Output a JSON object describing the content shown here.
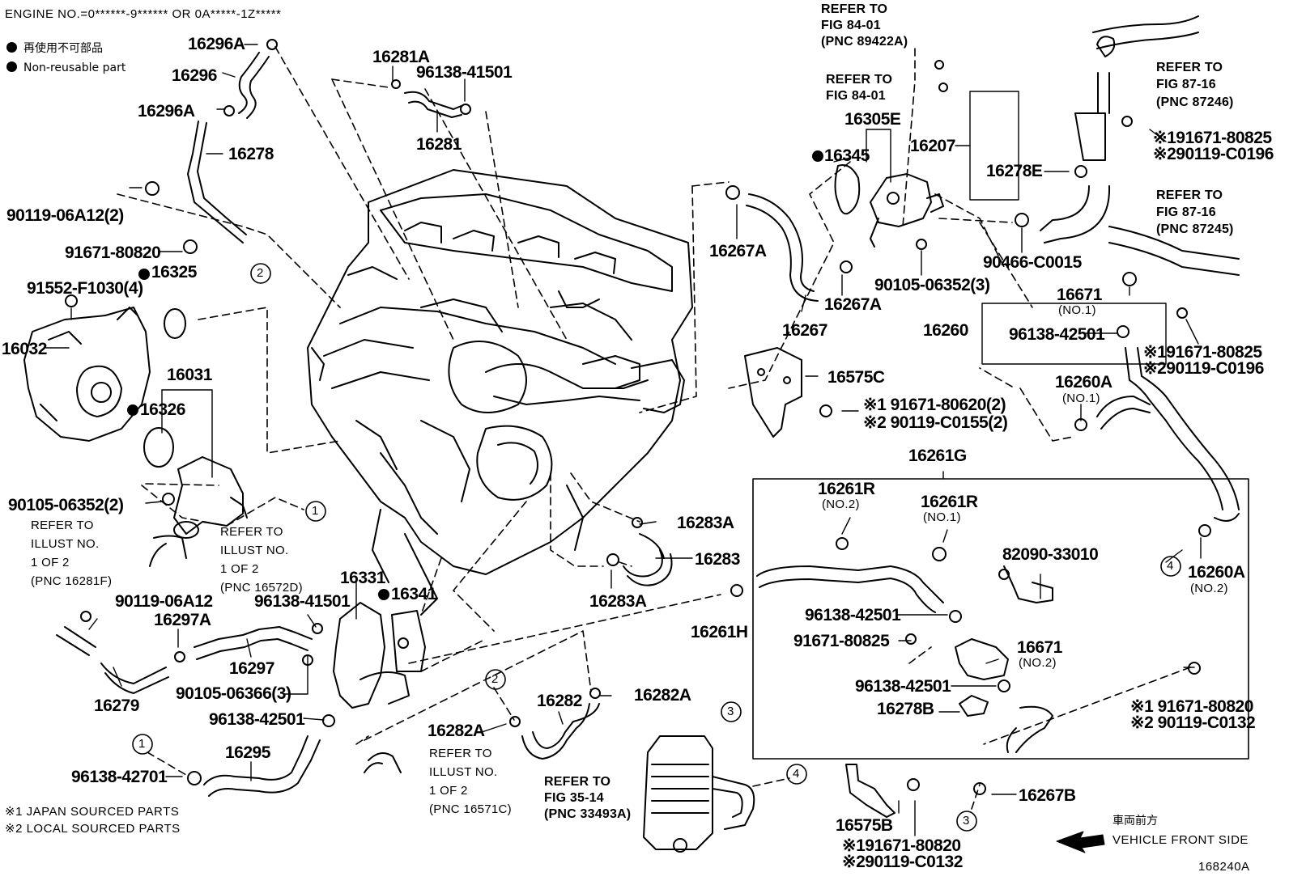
{
  "header": {
    "engine_no": "ENGINE NO.=0******-9****** OR 0A*****-1Z*****",
    "legend_jp": "再使用不可部品",
    "legend_en": "Non-reusable part"
  },
  "footer": {
    "note1": "※1 JAPAN SOURCED PARTS",
    "note2": "※2 LOCAL SOURCED PARTS",
    "direction_jp": "車両前方",
    "direction_en": "VEHICLE FRONT SIDE",
    "figure_id": "168240A"
  },
  "references": {
    "fig8401_a_1": "REFER TO",
    "fig8401_a_2": "FIG 84-01",
    "fig8401_a_3": "(PNC 89422A)",
    "fig8401_b_1": "REFER TO",
    "fig8401_b_2": "FIG 84-01",
    "fig8716_a_1": "REFER TO",
    "fig8716_a_2": "FIG 87-16",
    "fig8716_a_3": "(PNC 87246)",
    "fig8716_b_1": "REFER TO",
    "fig8716_b_2": "FIG 87-16",
    "fig8716_b_3": "(PNC 87245)",
    "illust_a_1": "REFER TO",
    "illust_a_2": "ILLUST NO.",
    "illust_a_3": "1 OF 2",
    "illust_a_4": "(PNC 16281F)",
    "illust_b_1": "REFER TO",
    "illust_b_2": "ILLUST NO.",
    "illust_b_3": "1 OF 2",
    "illust_b_4": "(PNC 16572D)",
    "illust_c_1": "REFER TO",
    "illust_c_2": "ILLUST NO.",
    "illust_c_3": "1 OF 2",
    "illust_c_4": "(PNC 16571C)",
    "fig3514_1": "REFER TO",
    "fig3514_2": "FIG 35-14",
    "fig3514_3": "(PNC 33493A)"
  },
  "parts": {
    "p16296A_top": "16296A",
    "p16296": "16296",
    "p16296A_bot": "16296A",
    "p16278": "16278",
    "p90119_06A12_2": "90119-06A12(2)",
    "p91671_80820": "91671-80820",
    "p16325": "16325",
    "p91552": "91552-F1030(4)",
    "p16032": "16032",
    "p16031": "16031",
    "p16326": "16326",
    "p90105_06352_2": "90105-06352(2)",
    "p16281A": "16281A",
    "p96138_41501_top": "96138-41501",
    "p16281": "16281",
    "p90119_06A12": "90119-06A12",
    "p16297A": "16297A",
    "p16279": "16279",
    "p16297": "16297",
    "p96138_41501_mid": "96138-41501",
    "p16331": "16331",
    "p16341": "16341",
    "p90105_06366_3": "90105-06366(3)",
    "p96138_42501_left": "96138-42501",
    "p16295": "16295",
    "p96138_42701": "96138-42701",
    "p16282A_left": "16282A",
    "p16282": "16282",
    "p16282A_right": "16282A",
    "p16283A_top": "16283A",
    "p16283": "16283",
    "p16283A_bot": "16283A",
    "p16261H": "16261H",
    "p16305E": "16305E",
    "p16345": "16345",
    "p16207": "16207",
    "p16278E": "16278E",
    "p90466": "90466-C0015",
    "p90105_06352_3": "90105-06352(3)",
    "p16267A_top": "16267A",
    "p16267A_bot": "16267A",
    "p16267": "16267",
    "p16575C": "16575C",
    "p16575C_b1": "※1 91671-80620(2)",
    "p16575C_b2": "※2 90119-C0155(2)",
    "p16671_no1": "16671",
    "p16671_no1_sub": "(NO.1)",
    "p16260": "16260",
    "p96138_42501_r": "96138-42501",
    "p191671_80825_a": "※191671-80825",
    "p290119_C0196_a": "※290119-C0196",
    "p191671_80825_b": "※191671-80825",
    "p290119_C0196_b": "※290119-C0196",
    "p16260A_no1": "16260A",
    "p16260A_no1_sub": "(NO.1)",
    "p16260A_no2": "16260A",
    "p16260A_no2_sub": "(NO.2)",
    "p16261G": "16261G",
    "p16261R_no2": "16261R",
    "p16261R_no2_sub": "(NO.2)",
    "p16261R_no1": "16261R",
    "p16261R_no1_sub": "(NO.1)",
    "p82090": "82090-33010",
    "p96138_42501_box1": "96138-42501",
    "p91671_80825_box": "91671-80825",
    "p16671_no2": "16671",
    "p16671_no2_sub": "(NO.2)",
    "p96138_42501_box2": "96138-42501",
    "p16278B": "16278B",
    "p16267B": "16267B",
    "p16575B": "16575B",
    "p16575B_b1": "※191671-80820",
    "p16575B_b2": "※290119-C0132",
    "p_r_1_80820": "※1 91671-80820",
    "p_r_2_C0132": "※2 90119-C0132"
  },
  "callouts": [
    "1",
    "2",
    "3",
    "4"
  ]
}
